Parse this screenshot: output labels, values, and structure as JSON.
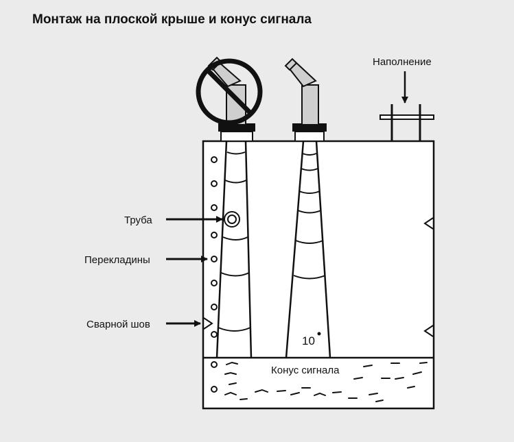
{
  "diagram": {
    "title": "Монтаж на плоской крыше и конус сигнала",
    "labels": {
      "filling": "Наполнение",
      "pipe": "Труба",
      "rungs": "Перекладины",
      "weld_seam": "Сварной шов",
      "signal_cone": "Конус сигнала",
      "angle": "10"
    },
    "colors": {
      "background": "#ebebeb",
      "line": "#111111",
      "sensor_fill": "#cfcfcf"
    }
  }
}
